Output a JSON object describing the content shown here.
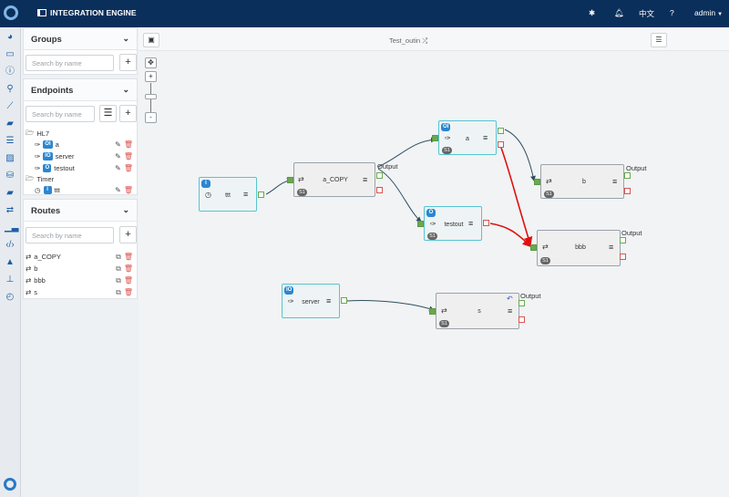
{
  "app": {
    "title": "INTEGRATION ENGINE"
  },
  "topbar": {
    "settings_icon": "gear-icon",
    "bell_icon": "bell-icon",
    "language": "中文",
    "help_icon": "question-icon",
    "user": "admin"
  },
  "rail": {
    "icons": [
      "dashboard-icon",
      "window-icon",
      "info-icon",
      "search-icon",
      "chart-icon",
      "book-icon",
      "list-icon",
      "image-icon",
      "database-icon",
      "book2-icon",
      "transfer-icon",
      "signal-icon",
      "code-icon",
      "warning-icon",
      "sitemap-icon",
      "clock-icon"
    ]
  },
  "groups": {
    "title": "Groups",
    "search_placeholder": "Search by name",
    "add": "+"
  },
  "endpoints": {
    "title": "Endpoints",
    "search_placeholder": "Search by name",
    "add": "+",
    "folders": [
      {
        "name": "HL7",
        "items": [
          {
            "badge": "OI",
            "name": "a"
          },
          {
            "badge": "IO",
            "name": "server"
          },
          {
            "badge": "O",
            "name": "testout"
          }
        ]
      },
      {
        "name": "Timer",
        "items": [
          {
            "badge": "I",
            "name": "ttt"
          }
        ]
      }
    ]
  },
  "routes": {
    "title": "Routes",
    "search_placeholder": "Search by name",
    "add": "+",
    "items": [
      "a_COPY",
      "b",
      "bbb",
      "s"
    ]
  },
  "canvas": {
    "title": "Test_outin",
    "nodes": {
      "ttt": {
        "label": "ttt",
        "badge": "I"
      },
      "a_copy": {
        "label": "a_COPY",
        "sbadge": "S1",
        "output": "Output"
      },
      "a": {
        "label": "a",
        "badge": "OI",
        "sbadge": "S1"
      },
      "b": {
        "label": "b",
        "sbadge": "S1",
        "output": "Output"
      },
      "testout": {
        "label": "testout",
        "badge": "O",
        "sbadge": "S1"
      },
      "bbb": {
        "label": "bbb",
        "sbadge": "S1",
        "output": "Output"
      },
      "server": {
        "label": "server",
        "badge": "IO"
      },
      "s": {
        "label": "s",
        "sbadge": "S1",
        "output": "Output"
      }
    }
  }
}
